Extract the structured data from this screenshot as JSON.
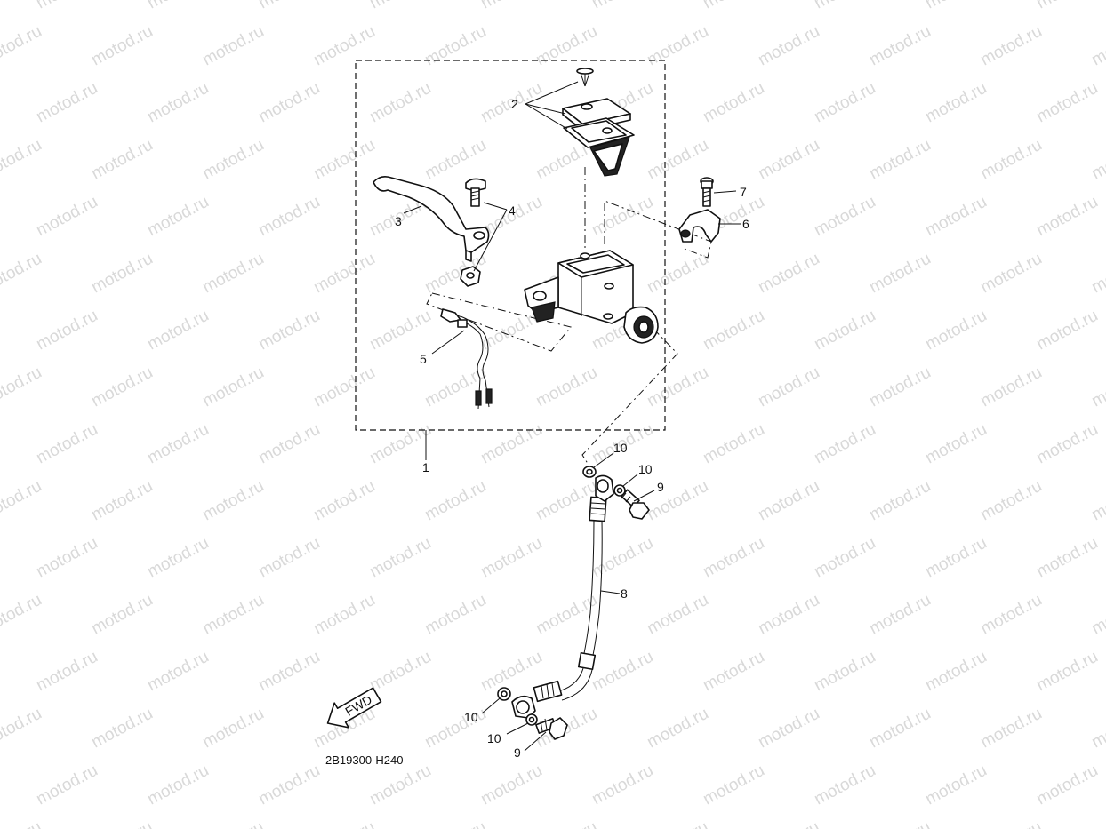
{
  "watermark": {
    "text": "motod.ru"
  },
  "diagram_code": "2B19300-H240",
  "fwd_label": "FWD",
  "callouts": {
    "c1": "1",
    "c2": "2",
    "c3": "3",
    "c4": "4",
    "c5": "5",
    "c6": "6",
    "c7": "7",
    "c8": "8",
    "c9a": "9",
    "c9b": "9",
    "c10a": "10",
    "c10b": "10",
    "c10c": "10",
    "c10d": "10"
  }
}
